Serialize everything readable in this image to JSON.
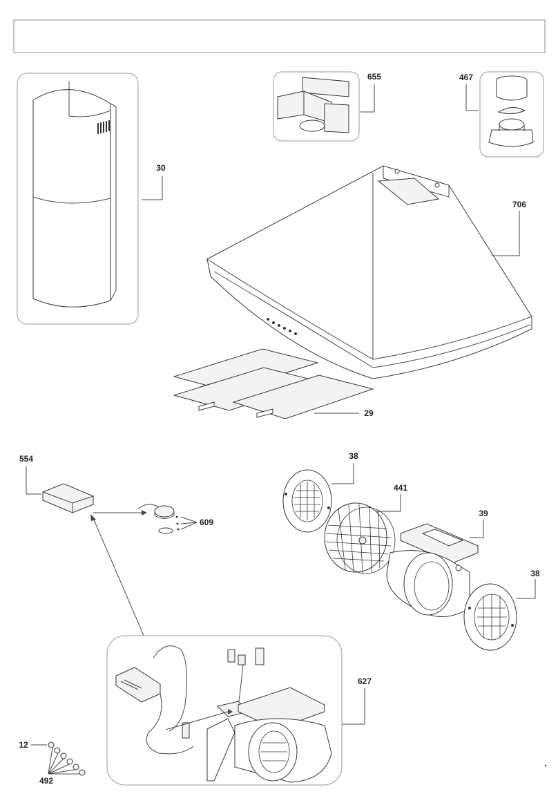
{
  "header": {
    "title": ""
  },
  "callouts": {
    "c30": "30",
    "c655": "655",
    "c467": "467",
    "c706": "706",
    "c29": "29",
    "c554": "554",
    "c609": "609",
    "c38a": "38",
    "c441": "441",
    "c39": "39",
    "c38b": "38",
    "c627": "627",
    "c12": "12",
    "c492": "492"
  },
  "colors": {
    "line": "#333333",
    "group_border": "#9a9a9a",
    "fill": "#f3f3f3"
  }
}
